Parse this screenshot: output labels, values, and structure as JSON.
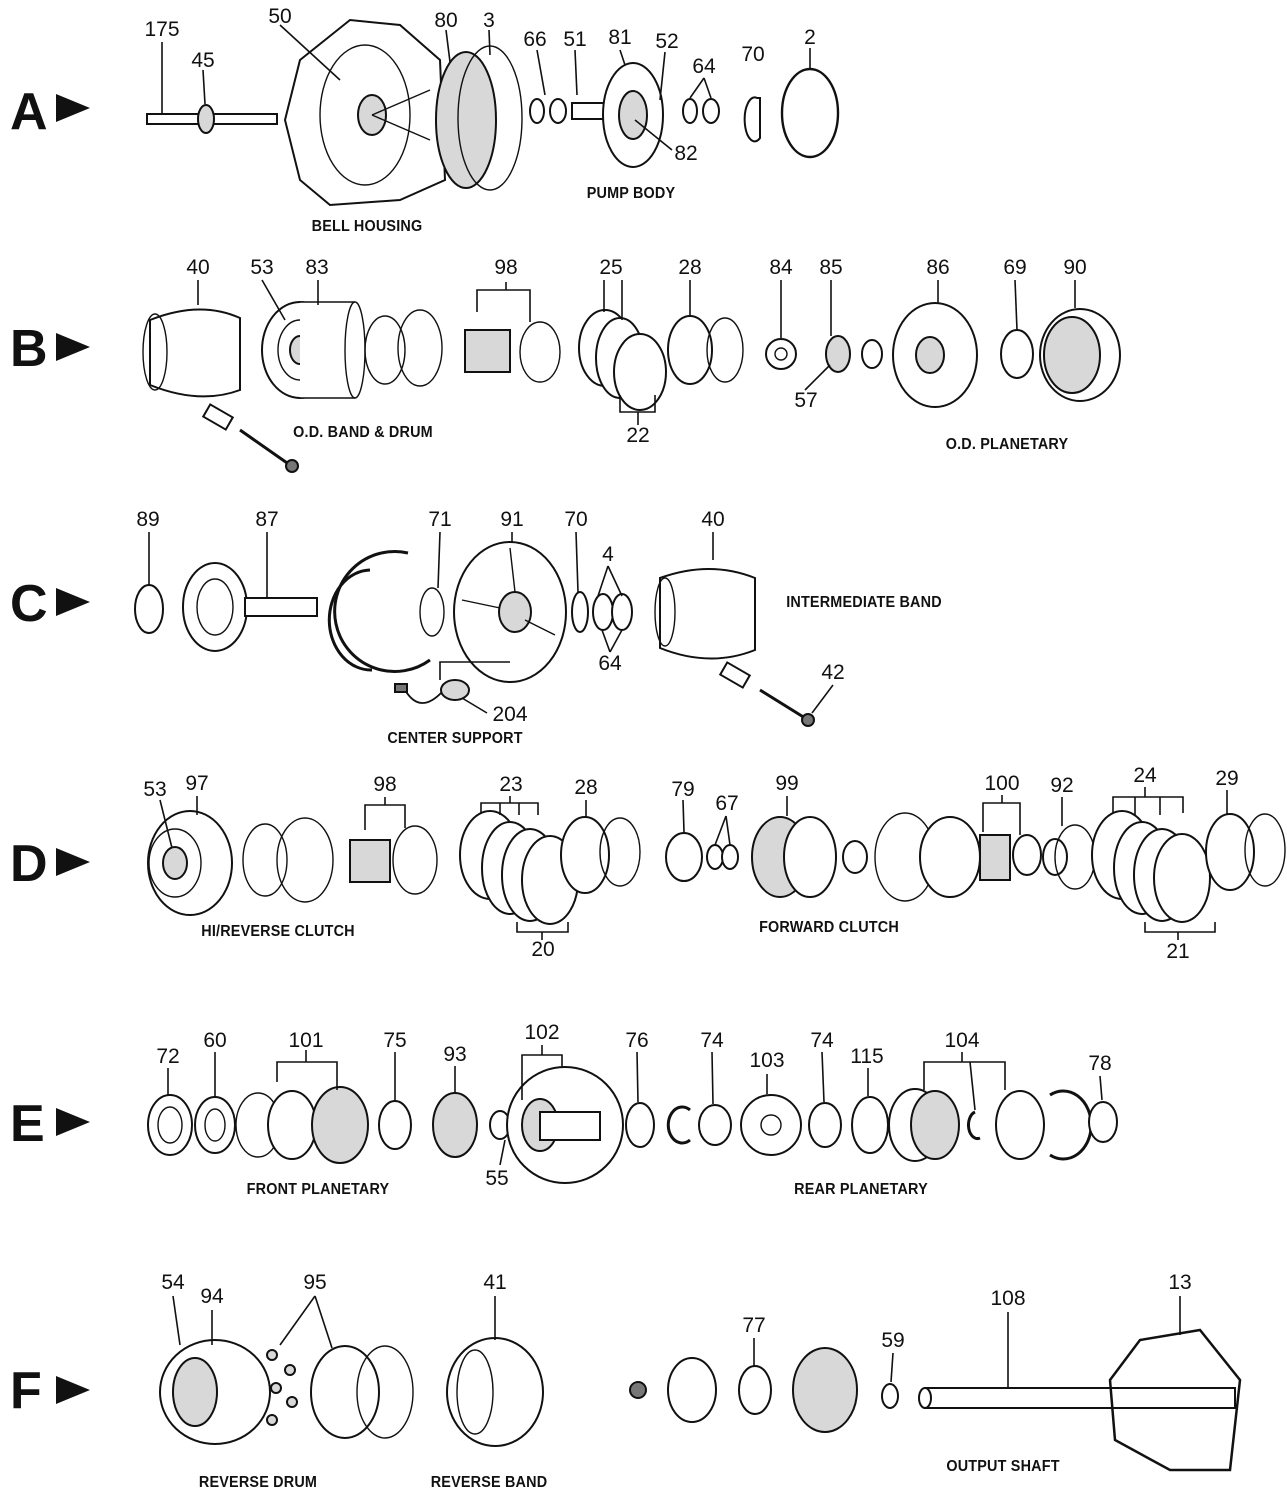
{
  "rows": [
    {
      "letter": "A"
    },
    {
      "letter": "B"
    },
    {
      "letter": "C"
    },
    {
      "letter": "D"
    },
    {
      "letter": "E"
    },
    {
      "letter": "F"
    }
  ],
  "captions": {
    "bell_housing": "BELL HOUSING",
    "pump_body": "PUMP BODY",
    "od_band_drum": "O.D. BAND & DRUM",
    "od_planetary": "O.D. PLANETARY",
    "intermediate_band": "INTERMEDIATE BAND",
    "center_support": "CENTER SUPPORT",
    "hi_reverse_clutch": "HI/REVERSE CLUTCH",
    "forward_clutch": "FORWARD CLUTCH",
    "front_planetary": "FRONT PLANETARY",
    "rear_planetary": "REAR PLANETARY",
    "reverse_drum": "REVERSE DRUM",
    "reverse_band": "REVERSE BAND",
    "output_shaft": "OUTPUT SHAFT"
  },
  "callouts": {
    "a": [
      "175",
      "45",
      "50",
      "80",
      "3",
      "66",
      "51",
      "81",
      "52",
      "64",
      "70",
      "2",
      "82"
    ],
    "b": [
      "40",
      "53",
      "83",
      "98",
      "25",
      "28",
      "84",
      "85",
      "86",
      "69",
      "90",
      "57",
      "22"
    ],
    "c": [
      "89",
      "87",
      "71",
      "91",
      "70",
      "4",
      "40",
      "64",
      "42",
      "204"
    ],
    "d": [
      "53",
      "97",
      "98",
      "23",
      "28",
      "79",
      "67",
      "99",
      "100",
      "92",
      "24",
      "29",
      "20",
      "21"
    ],
    "e": [
      "72",
      "60",
      "101",
      "75",
      "93",
      "102",
      "76",
      "74",
      "103",
      "74",
      "115",
      "104",
      "78",
      "55"
    ],
    "f": [
      "54",
      "94",
      "95",
      "41",
      "77",
      "59",
      "108",
      "13"
    ]
  }
}
